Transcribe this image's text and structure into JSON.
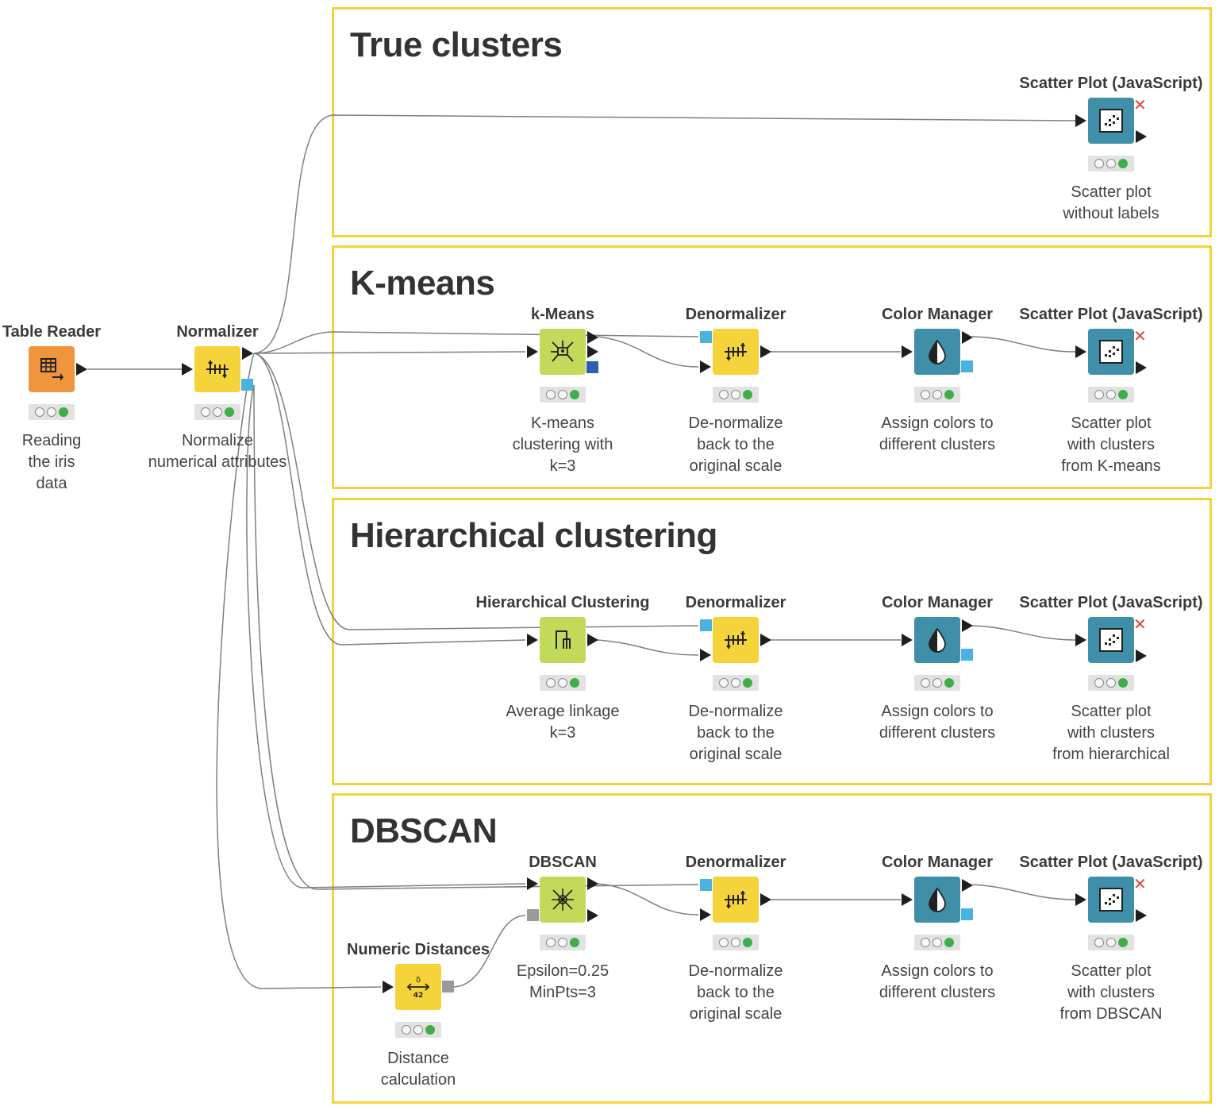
{
  "palette": {
    "annotation_border": "#f2d43a",
    "io_orange": "#f0953e",
    "manipulator_yellow": "#f5d33b",
    "learner_green": "#c3d95a",
    "view_teal": "#3f8fa8",
    "data_port_black": "#1e1e1e",
    "model_port_dark_blue": "#2f5fb0",
    "flow_port_light_blue": "#4ab2e0",
    "distance_port_gray": "#9a9a9a",
    "status_green": "#3fae49",
    "error_red": "#e04040"
  },
  "annotations": [
    {
      "id": "true",
      "title": "True clusters"
    },
    {
      "id": "km",
      "title": "K-means"
    },
    {
      "id": "hc",
      "title": "Hierarchical clustering"
    },
    {
      "id": "db",
      "title": "DBSCAN"
    }
  ],
  "nodes": [
    {
      "id": "tr",
      "name": "Table Reader",
      "desc": [
        "Reading",
        "the iris",
        "data"
      ],
      "color": "#f0953e",
      "icon": "table-reader-icon"
    },
    {
      "id": "nz",
      "name": "Normalizer",
      "desc": [
        "Normalize",
        "numerical attributes"
      ],
      "color": "#f5d33b",
      "icon": "normalizer-icon"
    },
    {
      "id": "sp0",
      "name": "Scatter Plot (JavaScript)",
      "desc": [
        "Scatter plot",
        "without labels"
      ],
      "color": "#3f8fa8",
      "icon": "scatter-plot-icon"
    },
    {
      "id": "km",
      "name": "k-Means",
      "desc": [
        "K-means",
        "clustering with",
        "k=3"
      ],
      "color": "#c3d95a",
      "icon": "k-means-icon"
    },
    {
      "id": "dn1",
      "name": "Denormalizer",
      "desc": [
        "De-normalize",
        "back to the",
        "original scale"
      ],
      "color": "#f5d33b",
      "icon": "denormalizer-icon"
    },
    {
      "id": "cm1",
      "name": "Color Manager",
      "desc": [
        "Assign colors to",
        "different clusters"
      ],
      "color": "#3f8fa8",
      "icon": "color-manager-icon"
    },
    {
      "id": "sp1",
      "name": "Scatter Plot (JavaScript)",
      "desc": [
        "Scatter plot",
        "with clusters",
        "from K-means"
      ],
      "color": "#3f8fa8",
      "icon": "scatter-plot-icon"
    },
    {
      "id": "hcn",
      "name": "Hierarchical Clustering",
      "desc": [
        "Average linkage",
        "k=3"
      ],
      "color": "#c3d95a",
      "icon": "dendrogram-icon"
    },
    {
      "id": "dn2",
      "name": "Denormalizer",
      "desc": [
        "De-normalize",
        "back to the",
        "original scale"
      ],
      "color": "#f5d33b",
      "icon": "denormalizer-icon"
    },
    {
      "id": "cm2",
      "name": "Color Manager",
      "desc": [
        "Assign colors to",
        "different clusters"
      ],
      "color": "#3f8fa8",
      "icon": "color-manager-icon"
    },
    {
      "id": "sp2",
      "name": "Scatter Plot (JavaScript)",
      "desc": [
        "Scatter plot",
        "with clusters",
        "from hierarchical"
      ],
      "color": "#3f8fa8",
      "icon": "scatter-plot-icon"
    },
    {
      "id": "dbs",
      "name": "DBSCAN",
      "desc": [
        "Epsilon=0.25",
        "MinPts=3"
      ],
      "color": "#c3d95a",
      "icon": "dbscan-icon"
    },
    {
      "id": "nd",
      "name": "Numeric Distances",
      "desc": [
        "Distance",
        "calculation"
      ],
      "color": "#f5d33b",
      "icon": "numeric-distances-icon"
    },
    {
      "id": "dn3",
      "name": "Denormalizer",
      "desc": [
        "De-normalize",
        "back to the",
        "original scale"
      ],
      "color": "#f5d33b",
      "icon": "denormalizer-icon"
    },
    {
      "id": "cm3",
      "name": "Color Manager",
      "desc": [
        "Assign colors to",
        "different clusters"
      ],
      "color": "#3f8fa8",
      "icon": "color-manager-icon"
    },
    {
      "id": "sp3",
      "name": "Scatter Plot (JavaScript)",
      "desc": [
        "Scatter plot",
        "with clusters",
        "from DBSCAN"
      ],
      "color": "#3f8fa8",
      "icon": "scatter-plot-icon"
    }
  ],
  "connections": [
    [
      "tr",
      "nz"
    ],
    [
      "nz",
      "sp0"
    ],
    [
      "nz",
      "km"
    ],
    [
      "nz",
      "hcn"
    ],
    [
      "nz",
      "dbs"
    ],
    [
      "nz",
      "nd"
    ],
    [
      "nz",
      "dn1"
    ],
    [
      "nz",
      "dn2"
    ],
    [
      "nz",
      "dn3"
    ],
    [
      "km",
      "dn1"
    ],
    [
      "dn1",
      "cm1"
    ],
    [
      "cm1",
      "sp1"
    ],
    [
      "hcn",
      "dn2"
    ],
    [
      "dn2",
      "cm2"
    ],
    [
      "cm2",
      "sp2"
    ],
    [
      "dbs",
      "dn3"
    ],
    [
      "nd",
      "dbs"
    ],
    [
      "dn3",
      "cm3"
    ],
    [
      "cm3",
      "sp3"
    ]
  ]
}
